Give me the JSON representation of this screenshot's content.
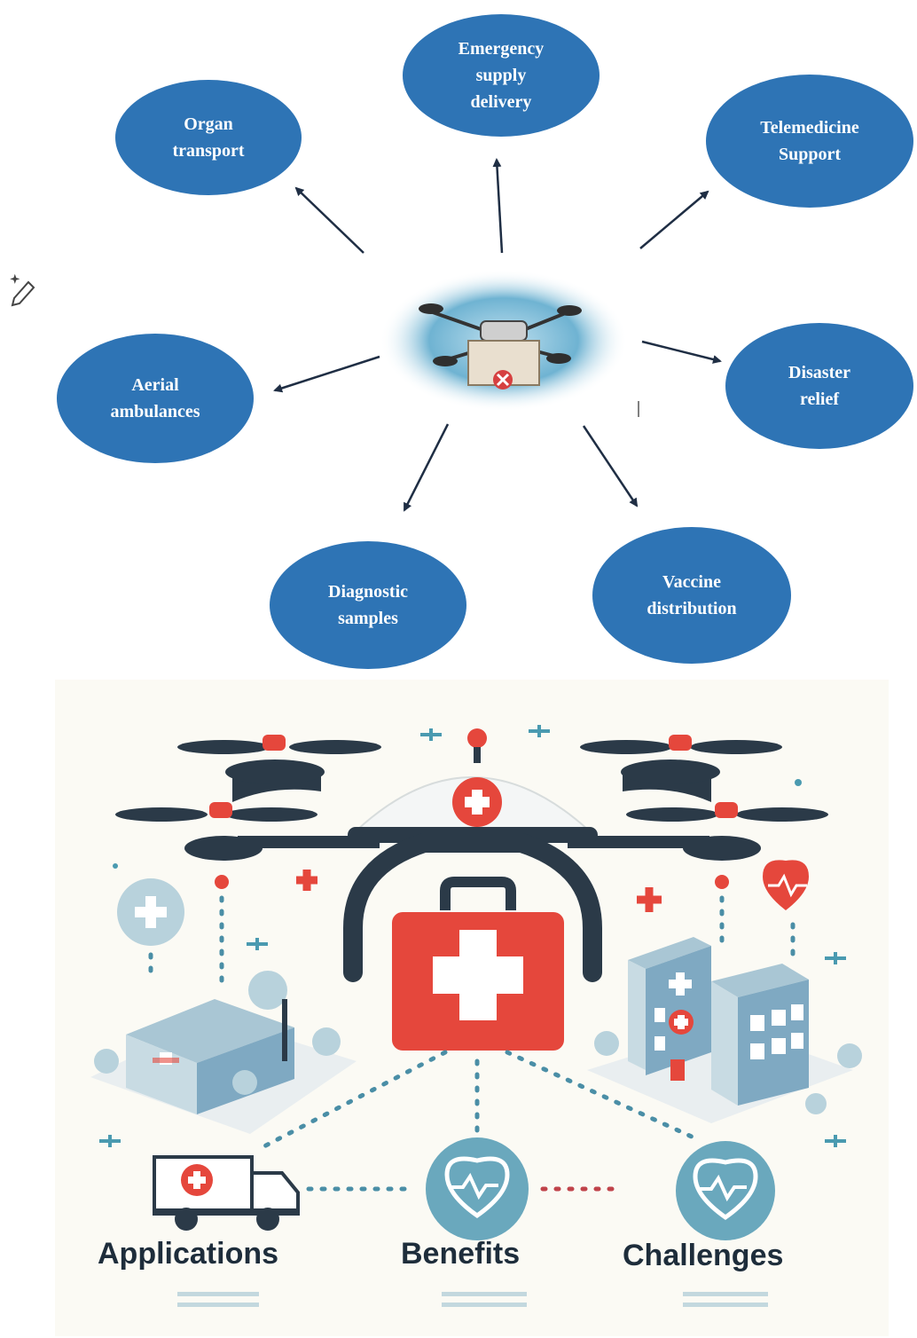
{
  "diagram": {
    "nodes": [
      {
        "id": "organ",
        "label": "Organ\ntransport"
      },
      {
        "id": "emergency",
        "label": "Emergency\nsupply\ndelivery"
      },
      {
        "id": "telemedicine",
        "label": "Telemedicine\nSupport"
      },
      {
        "id": "aerial",
        "label": "Aerial\nambulances"
      },
      {
        "id": "disaster",
        "label": "Disaster\nrelief"
      },
      {
        "id": "diagnostic",
        "label": "Diagnostic\nsamples"
      },
      {
        "id": "vaccine",
        "label": "Vaccine\ndistribution"
      }
    ],
    "center": {
      "icon": "delivery-drone-icon"
    }
  },
  "illustration": {
    "labels": {
      "applications": "Applications",
      "benefits": "Benefits",
      "challenges": "Challenges"
    },
    "colors": {
      "red": "#e5473c",
      "dark": "#2b3a48",
      "teal": "#5fa0b6",
      "building": "#7fa9c2"
    }
  },
  "icons": [
    "magic-edit-icon",
    "medical-drone-icon",
    "first-aid-kit-icon",
    "clinic-building-icon",
    "hospital-building-icon",
    "ambulance-truck-icon",
    "heart-monitor-icon"
  ]
}
